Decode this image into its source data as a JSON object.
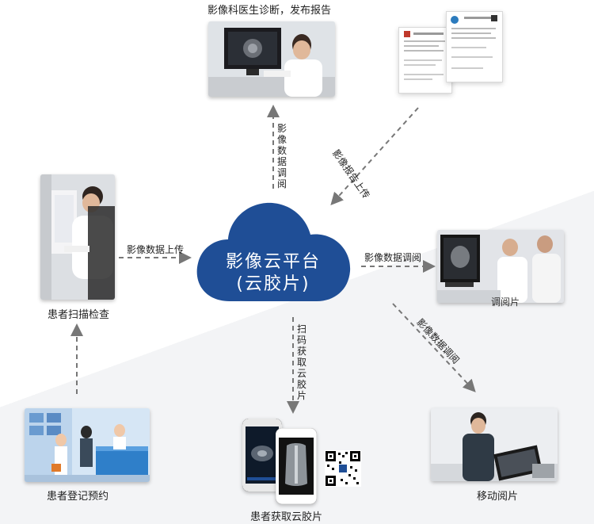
{
  "cloud": {
    "line1": "影像云平台",
    "line2": "(云胶片)",
    "color": "#1f4e96"
  },
  "nodes": {
    "doctor_diagnosis": "影像科医生诊断，发布报告",
    "patient_scan": "患者扫描检查",
    "patient_register": "患者登记预约",
    "patient_get_film": "患者获取云胶片",
    "mobile_view": "移动阅片",
    "view_label": "调阅片"
  },
  "edges": {
    "upload_from_scan": "影像数据上传",
    "retrieve_to_doctor": "影像数据调阅",
    "report_upload": "影像报告上传",
    "retrieve_right": "影像数据调阅",
    "scan_get_film": "扫码获取云胶片",
    "retrieve_mobile": "影像数据调阅"
  },
  "colors": {
    "arrow": "#777777",
    "cloud": "#1f4e96"
  }
}
